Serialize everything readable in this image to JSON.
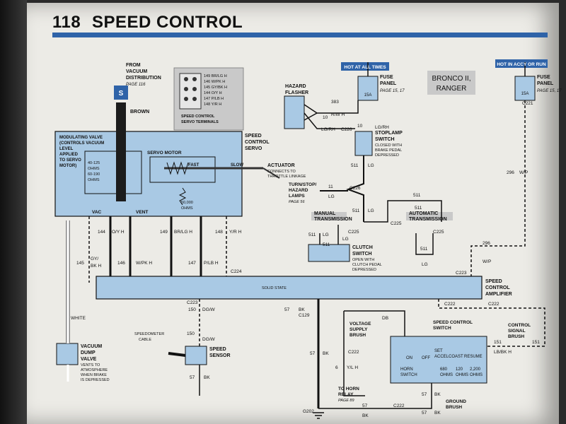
{
  "header": {
    "page_number": "118",
    "title": "SPEED CONTROL"
  },
  "badges": {
    "hot_all_times": "HOT AT ALL TIMES",
    "hot_accy_run": "HOT IN ACCY OR RUN"
  },
  "model": {
    "line1": "BRONCO II,",
    "line2": "RANGER"
  },
  "vacuum_source": {
    "l1": "FROM",
    "l2": "VACUUM",
    "l3": "DISTRIBUTION",
    "page": "PAGE 116",
    "port": "S",
    "hose": "BROWN"
  },
  "servo_terminals": {
    "pins": [
      "149 BR/LG H",
      "146 W/PK H",
      "145 GY/BK H",
      "144 O/Y H",
      "147 P/LB H",
      "148 Y/R H"
    ],
    "caption1": "SPEED CONTROL",
    "caption2": "SERVO TERMINALS"
  },
  "hazard_flasher": {
    "l1": "HAZARD",
    "l2": "FLASHER"
  },
  "fuse_left": {
    "l1": "FUSE",
    "l2": "PANEL",
    "rating": "15A",
    "page": "PAGE 15, 17"
  },
  "fuse_right": {
    "l1": "FUSE",
    "l2": "PANEL",
    "rating": "15A",
    "page": "PAGE 15, 17"
  },
  "servo": {
    "mod_valve": [
      "MODULATING VALVE",
      "(CONTROLS VACUUM",
      "LEVEL",
      "APPLIED",
      "TO SERVO",
      "MOTOR)"
    ],
    "ohms_a": "40-125",
    "ohms_a_unit": "OHMS",
    "ohms_b": "60-190",
    "ohms_b_unit": "OHMS",
    "servo_motor": "SERVO MOTOR",
    "fast": "FAST",
    "slow": "SLOW",
    "r50k": "50,000",
    "r50k_unit": "OHMS",
    "vac": "VAC",
    "vent": "VENT",
    "label1": "SPEED",
    "label2": "CONTROL",
    "label3": "SERVO"
  },
  "actuator": {
    "l1": "ACTUATOR",
    "l2": "CONNECTS TO",
    "l3": "THROTTLE LINKAGE"
  },
  "turn": {
    "l1": "TURN/STOP/",
    "l2": "HAZARD",
    "l3": "LAMPS",
    "page": "PAGE 56"
  },
  "wires": {
    "w383": "383",
    "w10": "10",
    "w10b": "10",
    "rwh": "R/W H",
    "lgrh": "LG/RH",
    "lgrh2": "LG/RH",
    "c226": "C226",
    "c226b": "C226",
    "w511a": "511",
    "lg_a": "LG",
    "w11": "11",
    "lg_b": "LG",
    "w511b": "511",
    "lg_c": "LG",
    "w511c": "511",
    "w511d": "511",
    "w511e": "511",
    "w511f": "511",
    "c225a": "C225",
    "c225b": "C225",
    "c225c": "C225",
    "lg_d": "LG",
    "lg_e": "LG",
    "lg_f": "LG",
    "c221": "C221",
    "w296a": "296",
    "wp_a": "W/P",
    "w296b": "296",
    "wp_b": "W/P",
    "c223": "C223",
    "c224": "C224",
    "w144": "144",
    "oyh": "O/Y H",
    "w149": "149",
    "brlgh": "BR/LG H",
    "w148": "148",
    "yrh": "Y/R H",
    "w145": "145",
    "gybkh1": "GY/",
    "gybkh2": "BK H",
    "w146": "146",
    "wpkh": "W/PK H",
    "w147": "147",
    "plbh": "P/LB H",
    "c223b": "C223",
    "w150a": "150",
    "dgw_a": "DG/W",
    "w57a": "57",
    "bk_a": "BK",
    "c129": "C129",
    "db": "DB",
    "c222a": "C222",
    "c222b": "C222",
    "w150b": "150",
    "dgw_b": "DG/W",
    "w151a": "151",
    "w151b": "151",
    "lbbkh": "LB/BK H",
    "w57b": "57",
    "bk_b": "BK",
    "w57c": "57",
    "bk_c": "BK",
    "w6": "6",
    "ylh": "Y/L H",
    "c222c": "C222",
    "w57d": "57",
    "bk_d": "BK",
    "w57e": "57",
    "bk_e": "BK",
    "g202": "G202",
    "c222d": "C222",
    "w57f": "57",
    "bk_f": "BK",
    "white": "WHITE"
  },
  "stoplamp": {
    "l1": "STOPLAMP",
    "l2": "SWITCH",
    "l3": "CLOSED WITH",
    "l4": "BRAKE PEDAL",
    "l5": "DEPRESSED"
  },
  "manual": {
    "l1": "MANUAL",
    "l2": "TRANSMISSION"
  },
  "automatic": {
    "l1": "AUTOMATIC",
    "l2": "TRANSMISSION"
  },
  "clutch": {
    "l1": "CLUTCH",
    "l2": "SWITCH",
    "l3": "OPEN WITH",
    "l4": "CLUTCH PEDAL",
    "l5": "DEPRESSED"
  },
  "amplifier": {
    "solid_state": "SOLID STATE",
    "l1": "SPEED",
    "l2": "CONTROL",
    "l3": "AMPLIFIER"
  },
  "dump_valve": {
    "l1": "VACUUM",
    "l2": "DUMP",
    "l3": "VALVE",
    "l4": "VENTS TO",
    "l5": "ATMOSPHERE",
    "l6": "WHEN BRAKE",
    "l7": "IS DEPRESSED"
  },
  "speedo_cable": {
    "l1": "SPEEDOMETER",
    "l2": "CABLE"
  },
  "speed_sensor": {
    "l1": "SPEED",
    "l2": "SENSOR"
  },
  "voltage_brush": {
    "l1": "VOLTAGE",
    "l2": "SUPPLY",
    "l3": "BRUSH"
  },
  "horn_relay": {
    "l1": "TO HORN",
    "l2": "RELAY",
    "page": "PAGE 89"
  },
  "sc_switch": {
    "l1": "SPEED CONTROL",
    "l2": "SWITCH",
    "on": "ON",
    "off": "OFF",
    "set": "SET",
    "accel": "ACCEL",
    "coast": "COAST",
    "resume": "RESUME",
    "horn1": "HORN",
    "horn2": "SWITCH",
    "r680": "680",
    "r120": "120",
    "r2200": "2,200",
    "ohms1": "OHMS",
    "ohms2": "OHMS",
    "ohms3": "OHMS"
  },
  "signal_brush": {
    "l1": "CONTROL",
    "l2": "SIGNAL",
    "l3": "BRUSH"
  },
  "ground_brush": {
    "l1": "GROUND",
    "l2": "BRUSH"
  },
  "colors": {
    "accent_blue": "#2f63a8",
    "component_blue": "#a9c9e4",
    "gray_box": "#c9c9c9"
  }
}
